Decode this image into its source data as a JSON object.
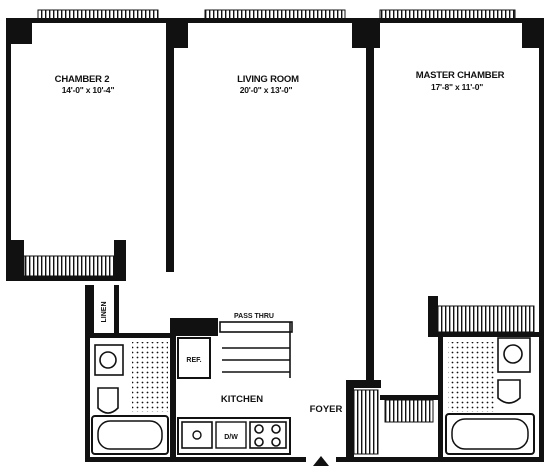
{
  "rooms": {
    "chamber2": {
      "name": "CHAMBER 2",
      "dims": "14'-0\" x 10'-4\""
    },
    "living_room": {
      "name": "LIVING ROOM",
      "dims": "20'-0\" x 13'-0\""
    },
    "master_chamber": {
      "name": "MASTER CHAMBER",
      "dims": "17'-8\" x 11'-0\""
    },
    "kitchen": {
      "name": "KITCHEN"
    },
    "foyer": {
      "name": "FOYER"
    }
  },
  "fixtures": {
    "linen": "LINEN",
    "pass_thru": "PASS THRU",
    "ref": "REF.",
    "dw": "D/W"
  },
  "colors": {
    "wall": "#111111",
    "background": "#ffffff"
  }
}
